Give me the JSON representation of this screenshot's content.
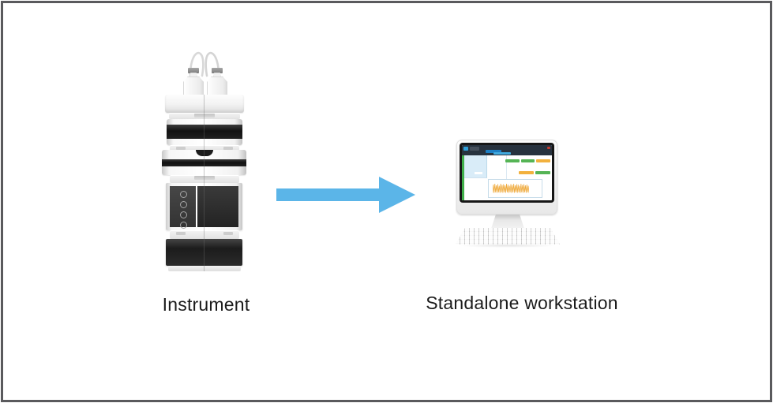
{
  "labels": {
    "instrument": "Instrument",
    "workstation": "Standalone workstation"
  },
  "arrow": {
    "direction": "right",
    "color": "#5bb5e8"
  },
  "canvas": {
    "background": "#ffffff",
    "border_color": "#5a5a5d"
  },
  "instrument_graphic": {
    "bottle_count": 2,
    "drawer_ring_count": 4,
    "dark_panel_color": "#262626",
    "body_color": "#f5f5f5",
    "bottle_cap_color": "#8f8f8f"
  },
  "workstation_screen": {
    "titlebar_color": "#27323e",
    "close_button_color": "#c43b2e",
    "accent_blue": "#2e9fd9",
    "accent_blue_dark": "#1d7fc4",
    "sidebar_color": "#d9ecf8",
    "stripe_green": "#3fae49",
    "status_green": "#55b455",
    "status_orange": "#f2b13e",
    "waveform_color": "#efa93a",
    "status_bars_row1": [
      "green",
      "green",
      "orange"
    ],
    "status_bars_row2": [
      "orange",
      "green"
    ]
  }
}
